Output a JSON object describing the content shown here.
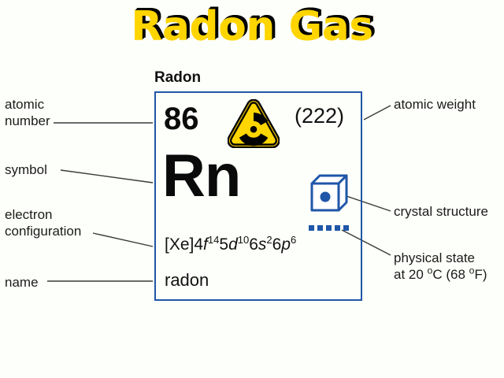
{
  "title": "Radon Gas",
  "element_card": {
    "name_top": "Radon",
    "atomic_number": "86",
    "atomic_weight": "(222)",
    "symbol": "Rn",
    "electron_configuration_plain": "[Xe]4f145d106s26p6",
    "electron_configuration_parts": {
      "core": "[Xe]4",
      "f_letter": "f",
      "f_sup": "14",
      "five": "5",
      "d_letter": "d",
      "d_sup": "10",
      "six_a": "6",
      "s_letter": "s",
      "s_sup": "2",
      "six_b": "6",
      "p_letter": "p",
      "p_sup": "6"
    },
    "element_name": "radon",
    "hazard_icon": "radioactive-warning-icon",
    "crystal_icon": "cubic-crystal-structure-icon",
    "physical_state_icon": "gas-dashes-icon",
    "physical_state_dash_count": 5
  },
  "callouts": {
    "left": [
      {
        "id": "atomic-number",
        "lines": [
          "atomic",
          "number"
        ]
      },
      {
        "id": "symbol",
        "lines": [
          "symbol"
        ]
      },
      {
        "id": "electron-configuration",
        "lines": [
          "electron",
          "configuration"
        ]
      },
      {
        "id": "name",
        "lines": [
          "name"
        ]
      }
    ],
    "right": [
      {
        "id": "atomic-weight",
        "lines": [
          "atomic weight"
        ]
      },
      {
        "id": "crystal-structure",
        "lines": [
          "crystal structure"
        ]
      },
      {
        "id": "physical-state",
        "line1": "physical state",
        "line2_pre": "at 20 ",
        "line2_deg1": "o",
        "line2_mid": "C (68 ",
        "line2_deg2": "o",
        "line2_post": "F)"
      }
    ]
  },
  "colors": {
    "background": "#fdfffa",
    "title_fill": "#ffd500",
    "title_shadow": "#000000",
    "box_border": "#1f56a8",
    "crystal_blue": "#1f56a8",
    "hazard_yellow": "#ffd600",
    "hazard_black": "#000000",
    "text": "#111111",
    "leader_line": "#3a3a3a"
  }
}
